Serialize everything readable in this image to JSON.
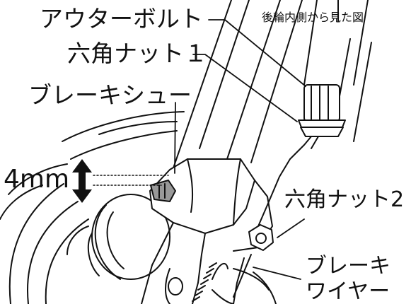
{
  "view_caption": "後輪内側から見た図",
  "labels": {
    "outer_bolt": "アウターボルト",
    "hex_nut_1": "六角ナット１",
    "brake_shoe": "ブレーキシュー",
    "hex_nut_2": "六角ナット2",
    "brake_wire_line1": "ブレーキ",
    "brake_wire_line2": "ワイヤー"
  },
  "dimension": {
    "value": "4mm"
  }
}
